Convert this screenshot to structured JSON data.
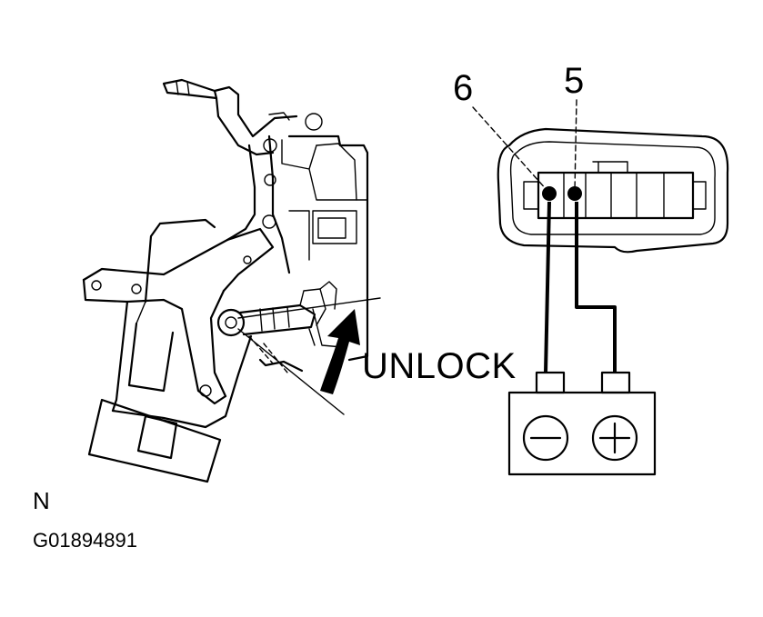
{
  "diagram": {
    "connector": {
      "pin_labels": [
        "6",
        "5"
      ]
    },
    "action_label": "UNLOCK",
    "battery": {
      "negative_icon": "minus-icon",
      "positive_icon": "plus-icon"
    }
  },
  "footer": {
    "view_letter": "N",
    "figure_code": "G01894891"
  }
}
